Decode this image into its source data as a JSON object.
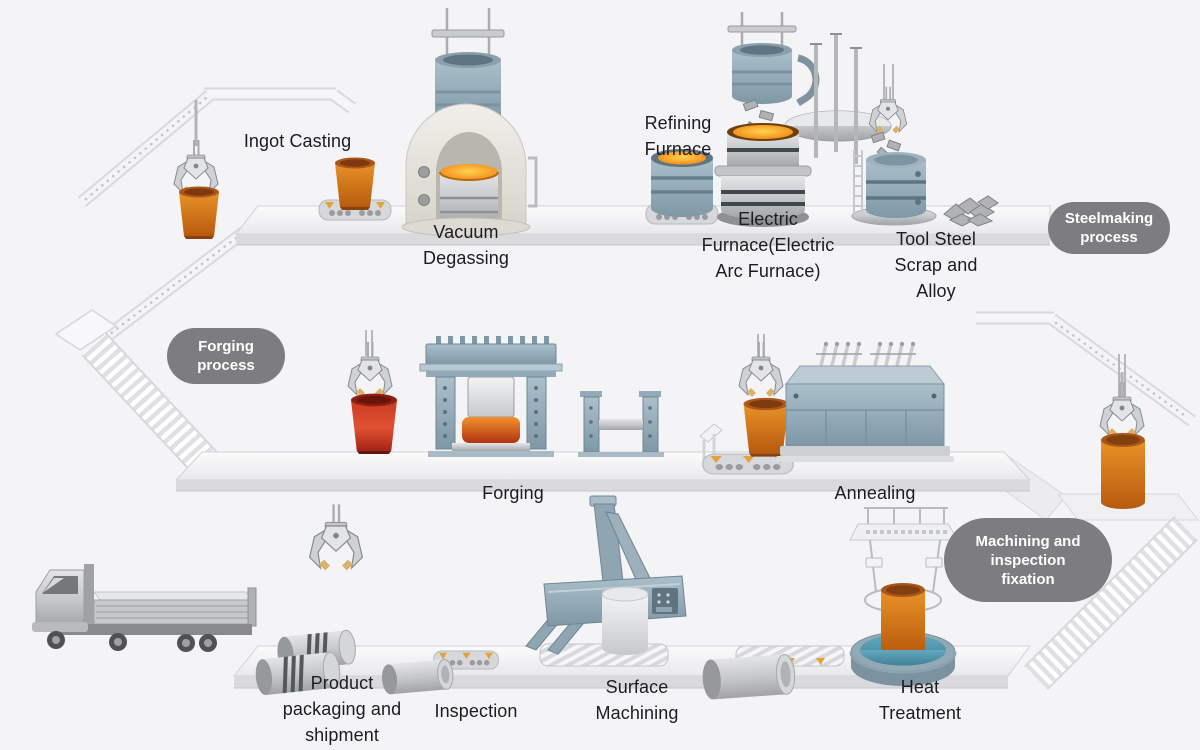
{
  "diagram": {
    "background": "#f4f4f6",
    "text_color": "#1d1d1f",
    "badge_color": "#7d7d80",
    "molten_color": "#e8922a",
    "steel_blue": "#8fa5b2",
    "conveyor_color": "#ececef",
    "process_badges": [
      {
        "id": "steelmaking",
        "label": "Steelmaking process"
      },
      {
        "id": "forging",
        "label": "Forging process"
      },
      {
        "id": "machining",
        "label": "Machining and inspection fixation"
      }
    ],
    "stations": [
      {
        "id": "ingot-casting",
        "label": "Ingot Casting"
      },
      {
        "id": "vacuum-degassing",
        "label": "Vacuum Degassing"
      },
      {
        "id": "refining-furnace",
        "label": "Refining Furnace"
      },
      {
        "id": "electric-furnace",
        "label": "Electric Furnace(Electric Arc Furnace)"
      },
      {
        "id": "tool-steel-scrap",
        "label": "Tool Steel Scrap and Alloy"
      },
      {
        "id": "forging",
        "label": "Forging"
      },
      {
        "id": "annealing",
        "label": "Annealing"
      },
      {
        "id": "product-packaging",
        "label": "Product packaging and shipment"
      },
      {
        "id": "inspection",
        "label": "Inspection"
      },
      {
        "id": "surface-machining",
        "label": "Surface Machining"
      },
      {
        "id": "heat-treatment",
        "label": "Heat Treatment"
      }
    ]
  }
}
